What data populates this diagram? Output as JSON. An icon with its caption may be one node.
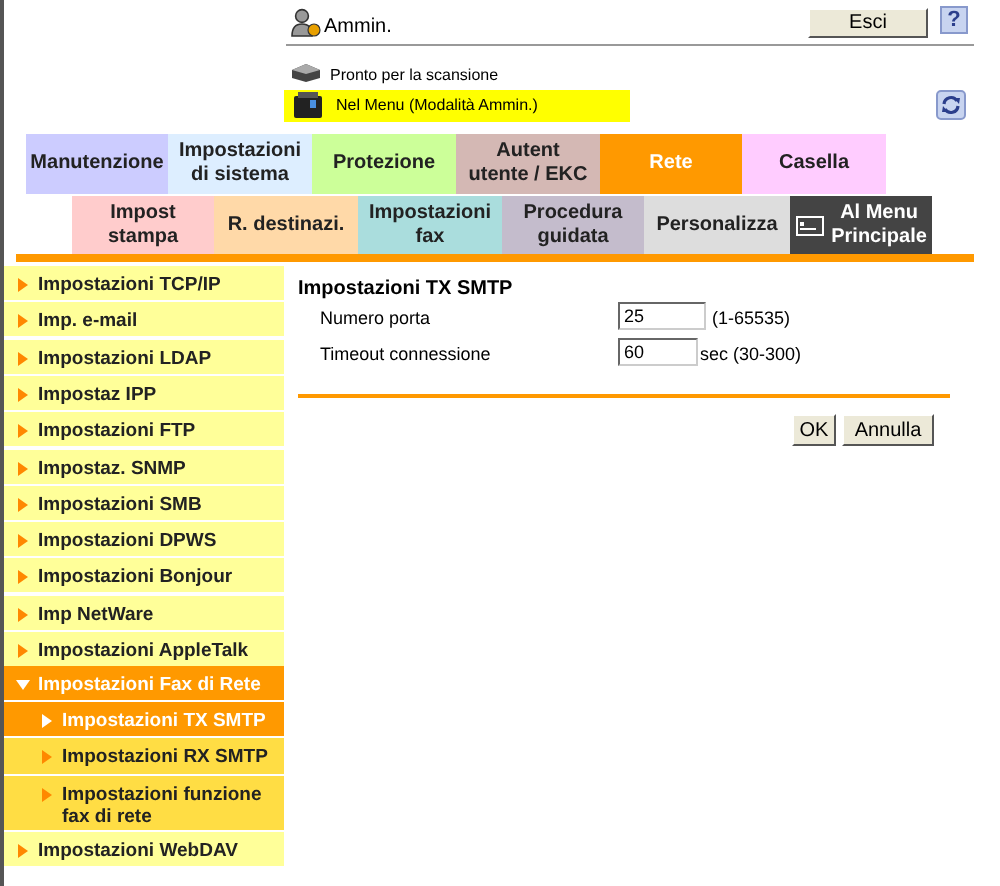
{
  "diagram": {
    "nodes": [
      {
        "text": [
          "Esci"
        ]
      },
      {
        "text": [
          "Nel Menu (Modalità Ammin.)"
        ]
      },
      {
        "text": [
          "Manutenzione"
        ]
      },
      {
        "text": [
          "Impostazioni di sistema"
        ]
      },
      {
        "text": [
          "Protezione"
        ]
      },
      {
        "text": [
          "Autent utente / EKC"
        ]
      },
      {
        "text": [
          "Rete"
        ]
      },
      {
        "text": [
          "Casella"
        ]
      },
      {
        "text": [
          "Impost stampa"
        ]
      },
      {
        "text": [
          "R. destinazi."
        ]
      },
      {
        "text": [
          "Impostazioni fax"
        ]
      },
      {
        "text": [
          "Procedura guidata"
        ]
      },
      {
        "text": [
          "Personalizza"
        ]
      },
      {
        "text": [
          "Al Menu Principale"
        ]
      },
      {
        "text": [
          "Impostazioni TCP/IP"
        ]
      },
      {
        "text": [
          "Imp. e-mail"
        ]
      },
      {
        "text": [
          "Impostazioni LDAP"
        ]
      },
      {
        "text": [
          "Impostaz IPP"
        ]
      },
      {
        "text": [
          "Impostazioni FTP"
        ]
      },
      {
        "text": [
          "Impostaz. SNMP"
        ]
      },
      {
        "text": [
          "Impostazioni SMB"
        ]
      },
      {
        "text": [
          "Impostazioni DPWS"
        ]
      },
      {
        "text": [
          "Impostazioni Bonjour"
        ]
      },
      {
        "text": [
          "Imp NetWare"
        ]
      },
      {
        "text": [
          "Impostazioni AppleTalk"
        ]
      },
      {
        "text": [
          "Impostazioni Fax di Rete"
        ]
      },
      {
        "text": [
          "Impostazioni TX SMTP"
        ]
      },
      {
        "text": [
          "Impostazioni RX SMTP"
        ]
      },
      {
        "text": [
          "Impostazioni funzione fax di rete"
        ]
      },
      {
        "text": [
          "Impostazioni WebDAV"
        ]
      },
      {
        "text": [
          "25"
        ]
      },
      {
        "text": [
          "60"
        ]
      },
      {
        "text": [
          "OK"
        ]
      },
      {
        "text": [
          "Annulla"
        ]
      }
    ],
    "labels": [
      "Ammin.",
      "?",
      "Pronto per la scansione",
      "Impostazioni TX SMTP",
      "Numero porta",
      "(1-65535)",
      "Timeout connessione",
      "sec (30-300)"
    ]
  }
}
